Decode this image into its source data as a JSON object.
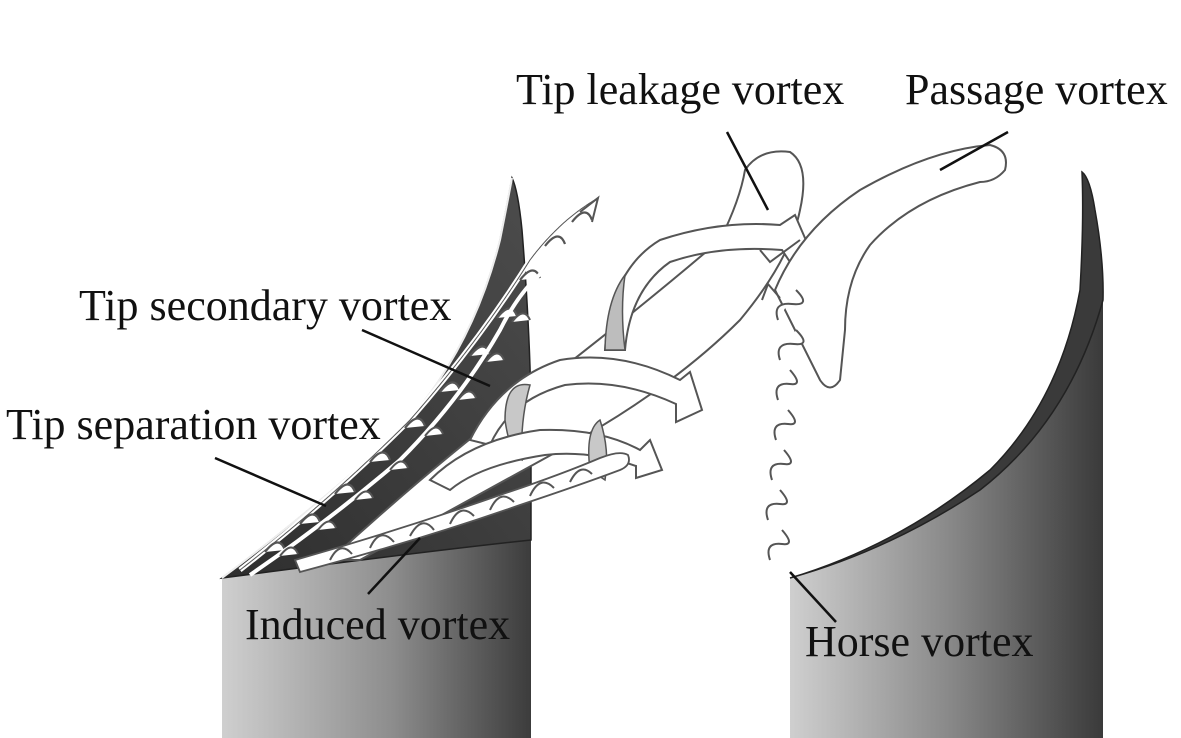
{
  "labels": {
    "tip_leakage": "Tip leakage vortex",
    "passage": "Passage vortex",
    "tip_secondary": "Tip secondary vortex",
    "tip_separation": "Tip separation vortex",
    "induced": "Induced vortex",
    "horse": "Horse vortex"
  },
  "colors": {
    "blade_dark": "#3a3a3a",
    "blade_light": "#bdbdbd",
    "ribbon_fill": "#ffffff",
    "ribbon_stroke": "#555555",
    "ribbon_shade": "#c8c8c8",
    "leader_line": "#111111"
  }
}
